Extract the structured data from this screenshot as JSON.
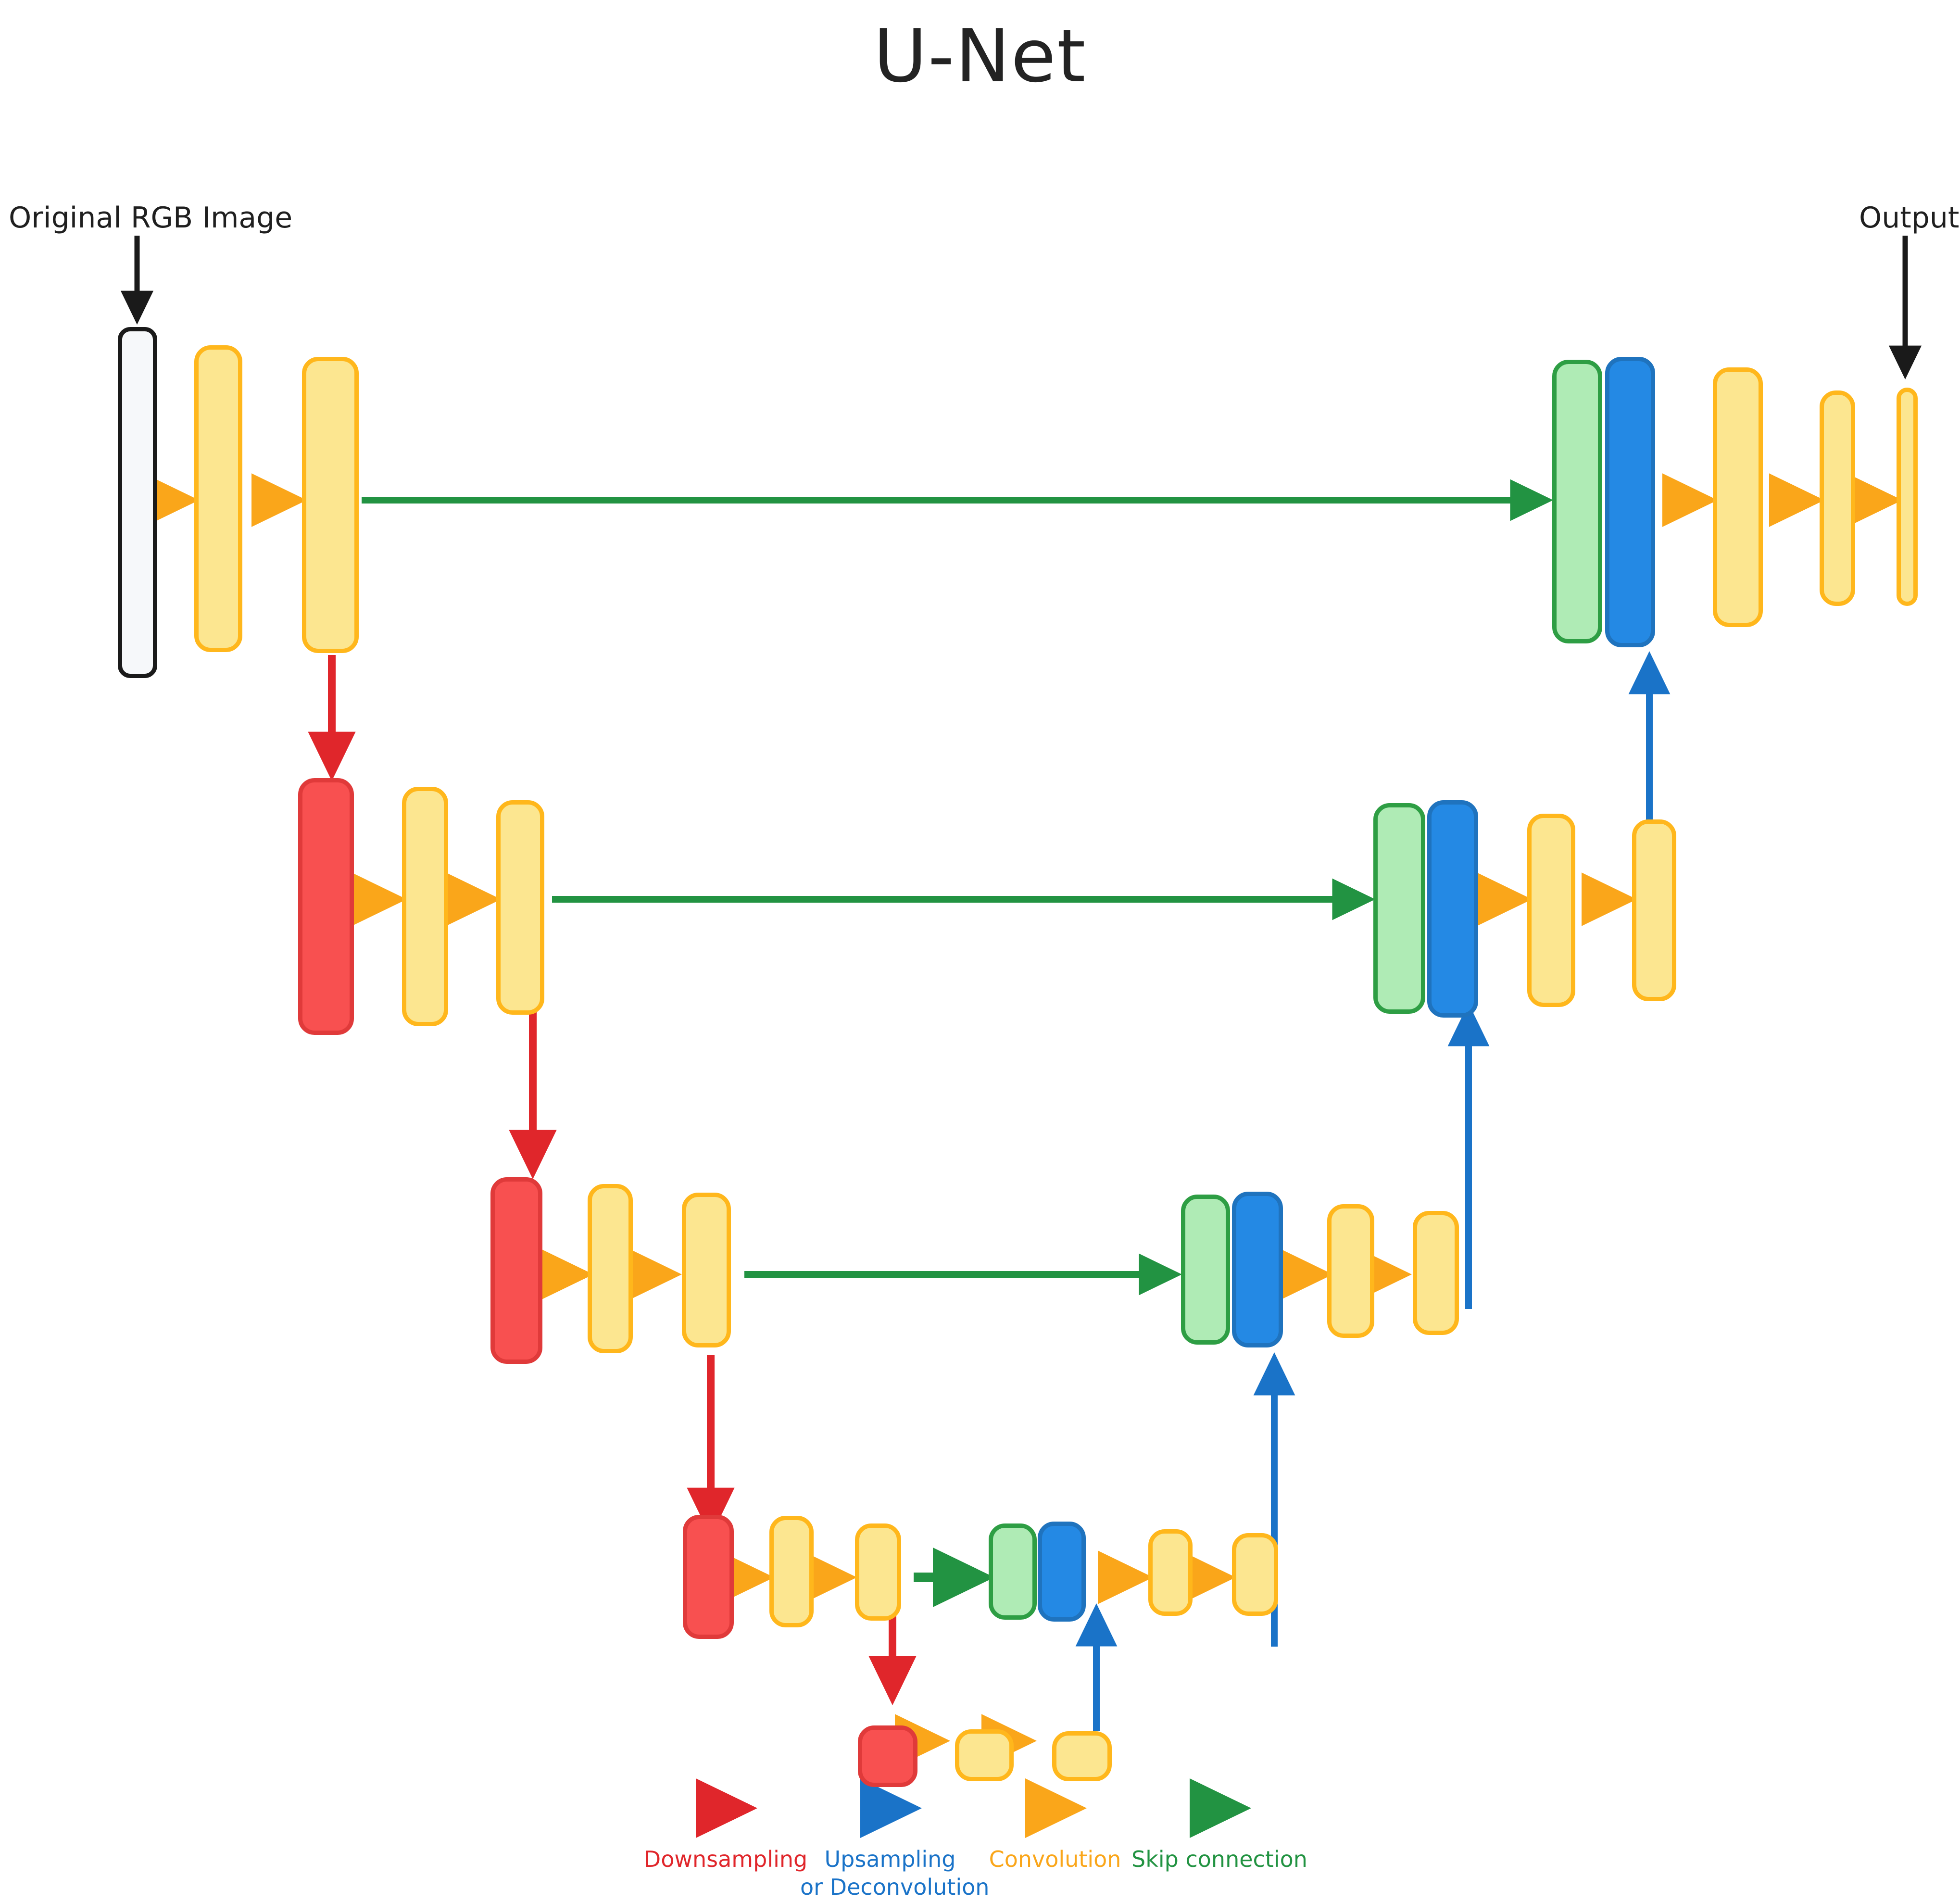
{
  "title": "U-Net",
  "labels": {
    "input": "Original RGB Image",
    "output": "Output"
  },
  "colors": {
    "conv_yellow_fill": "#FCE690",
    "conv_yellow_border": "#FFB71C",
    "downsample_red_fill": "#F85050",
    "downsample_red_border": "#E03A3A",
    "skip_green_fill": "#AFEBB5",
    "skip_green_border": "#2E9E44",
    "upsample_blue_fill": "#2489E4",
    "upsample_blue_border": "#1F73BE",
    "input_fill": "#F6F8FA",
    "input_border": "#1A1A1A",
    "arrow_downsampling": "#E0262B",
    "arrow_upsampling": "#1A73C8",
    "arrow_convolution": "#FAA61A",
    "arrow_skip": "#229342",
    "arrow_io": "#1A1A1A",
    "title_text": "#232323"
  },
  "legend": {
    "items": [
      {
        "name": "downsampling",
        "label": "Downsampling",
        "label_line2": "",
        "color": "#E0262B"
      },
      {
        "name": "upsampling",
        "label": "Upsampling",
        "label_line2": "or Deconvolution",
        "color": "#1A73C8"
      },
      {
        "name": "convolution",
        "label": "Convolution",
        "label_line2": "",
        "color": "#FAA61A"
      },
      {
        "name": "skip-connection",
        "label": "Skip connection",
        "label_line2": "",
        "color": "#229342"
      }
    ]
  },
  "architecture": {
    "levels": [
      {
        "level": 1,
        "encoder_blocks": [
          "input",
          "conv",
          "conv"
        ],
        "decoder_blocks": [
          "skip",
          "upsample",
          "conv",
          "conv",
          "conv"
        ]
      },
      {
        "level": 2,
        "encoder_blocks": [
          "downsample",
          "conv",
          "conv"
        ],
        "decoder_blocks": [
          "skip",
          "upsample",
          "conv",
          "conv"
        ]
      },
      {
        "level": 3,
        "encoder_blocks": [
          "downsample",
          "conv",
          "conv"
        ],
        "decoder_blocks": [
          "skip",
          "upsample",
          "conv",
          "conv"
        ]
      },
      {
        "level": 4,
        "encoder_blocks": [
          "downsample",
          "conv",
          "conv"
        ],
        "decoder_blocks": [
          "skip",
          "upsample",
          "conv",
          "conv"
        ]
      },
      {
        "level": 5,
        "encoder_blocks": [
          "downsample",
          "conv",
          "conv"
        ],
        "decoder_blocks": []
      }
    ]
  }
}
